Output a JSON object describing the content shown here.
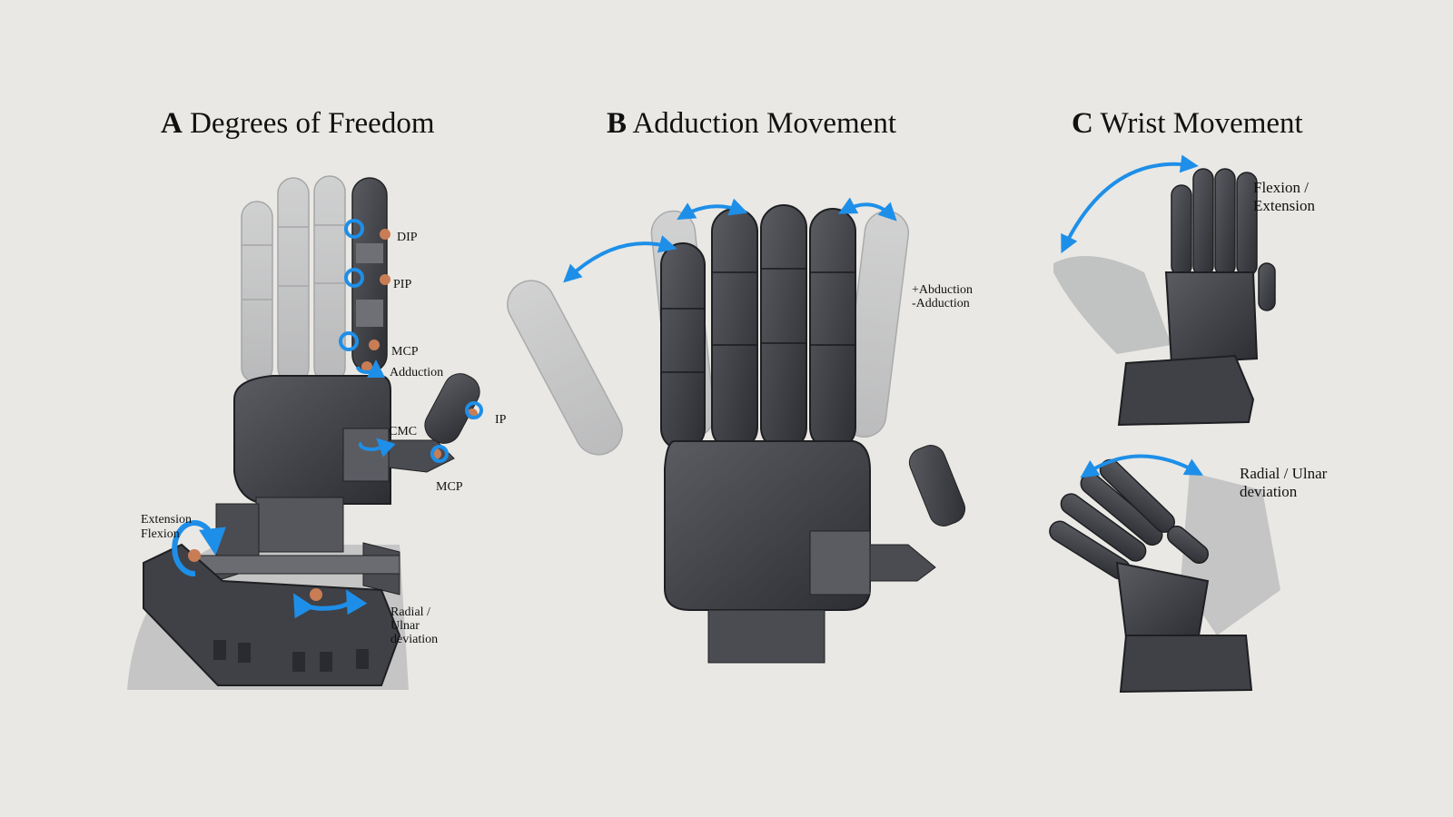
{
  "panels": {
    "a": {
      "letter": "A",
      "title": "Degrees of Freedom"
    },
    "b": {
      "letter": "B",
      "title": "Adduction Movement"
    },
    "c": {
      "letter": "C",
      "title": "Wrist Movement"
    }
  },
  "labels_a": {
    "dip": "DIP",
    "pip": "PIP",
    "mcp_finger": "MCP",
    "adduction": "Adduction",
    "ip": "IP",
    "cmc": "CMC",
    "mcp_thumb": "MCP",
    "extension": "Extension",
    "flexion": "Flexion",
    "radial_1": "Radial /",
    "radial_2": "Ulnar",
    "radial_3": "deviation"
  },
  "labels_b": {
    "plus_adduction": "+Abduction",
    "minus_adduction": "-Adduction"
  },
  "labels_c": {
    "flex_1": "Flexion /",
    "flex_2": "Extension",
    "dev_1": "Radial / Ulnar",
    "dev_2": "deviation"
  },
  "colors": {
    "background": "#e9e8e4",
    "arrow": "#1e8fe8",
    "hand_dark": "#3c3e44",
    "hand_ghost": "#b9babc",
    "pin": "#c97d55"
  }
}
